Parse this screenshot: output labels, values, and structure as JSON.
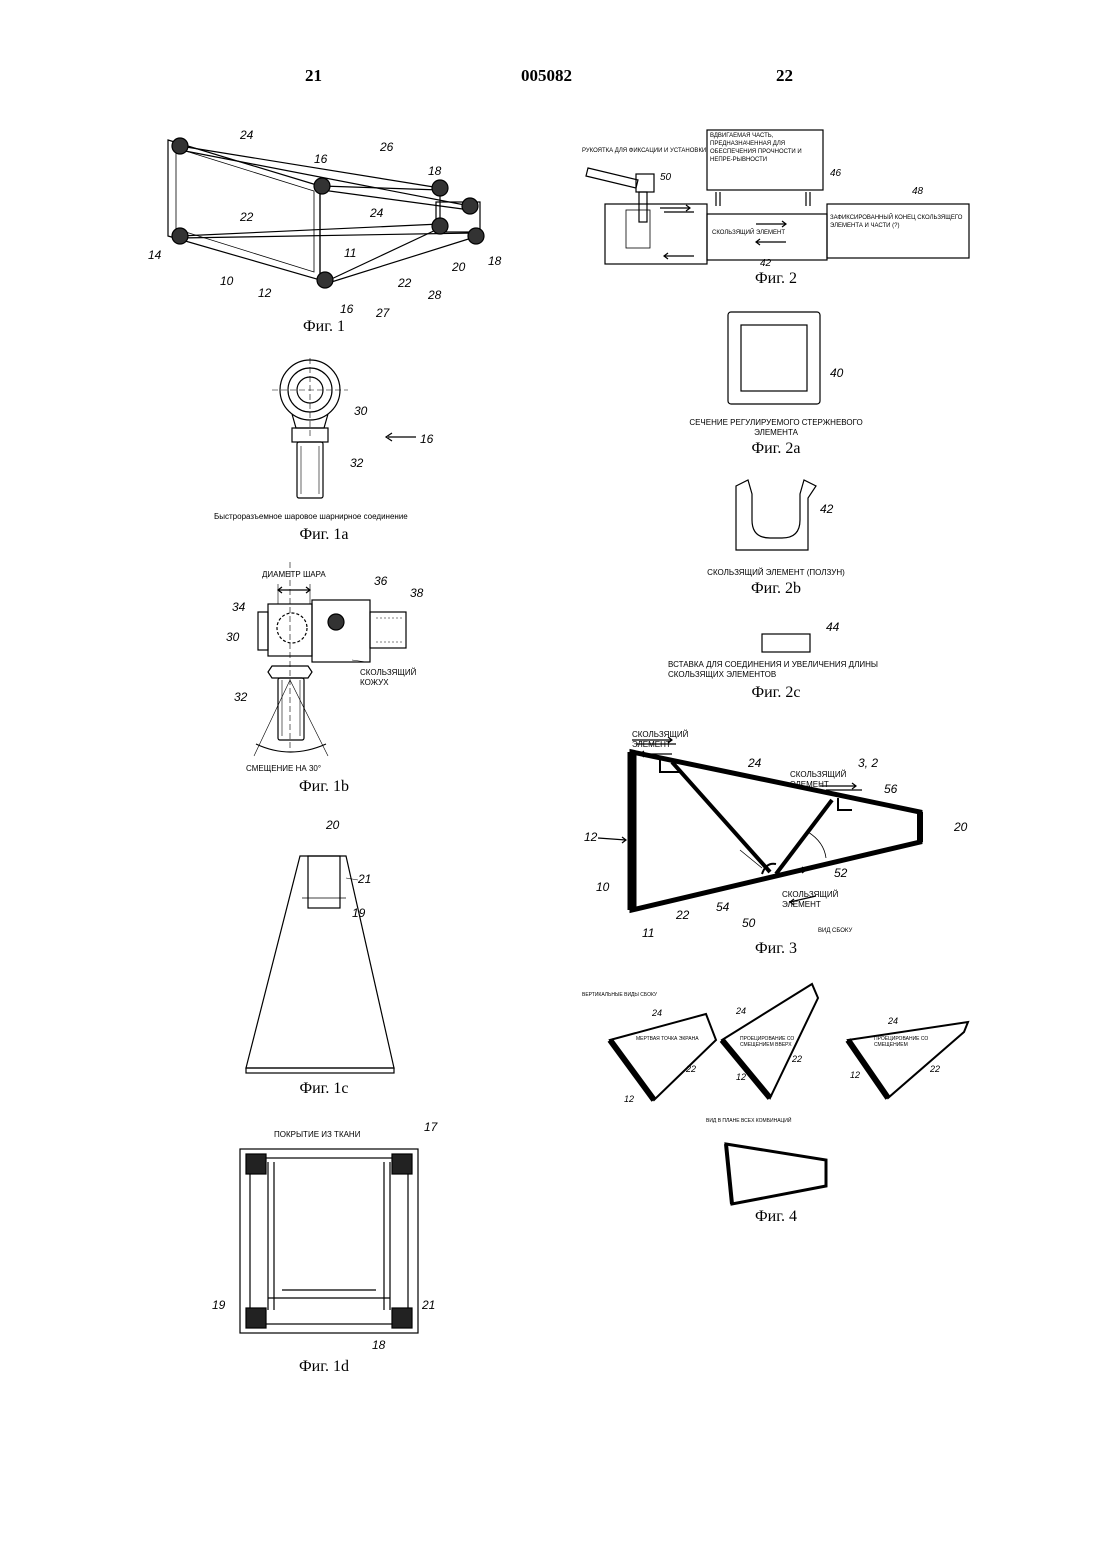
{
  "header": {
    "left_page": "21",
    "doc_number": "005082",
    "right_page": "22"
  },
  "captions": {
    "fig1": "Фиг. 1",
    "fig1a": "Фиг. 1a",
    "fig1b": "Фиг. 1b",
    "fig1c": "Фиг. 1c",
    "fig1d": "Фиг. 1d",
    "fig2": "Фиг. 2",
    "fig2a": "Фиг. 2a",
    "fig2b": "Фиг. 2b",
    "fig2c": "Фиг. 2c",
    "fig3": "Фиг. 3",
    "fig4": "Фиг. 4"
  },
  "labels": {
    "fig1a_note": "Быстроразъемное шаровое шарнирное соединение",
    "ball_diameter": "ДИАМЕТР ШАРА",
    "sliding_casing": "СКОЛЬЗЯЩИЙ КОЖУХ",
    "offset_30": "СМЕЩЕНИЕ НА 30°",
    "fabric_cover": "ПОКРЫТИЕ ИЗ ТКАНИ",
    "handle": "РУКОЯТКА ДЛЯ ФИКСАЦИИ И УСТАНОВКИ",
    "sliding_part": "ВДВИГАЕМАЯ ЧАСТЬ, ПРЕДНАЗНАЧЕННАЯ ДЛЯ ОБЕСПЕЧЕНИЯ ПРОЧНОСТИ И НЕПРЕ-РЫВНОСТИ",
    "sliding_element": "СКОЛЬЗЯЩИЙ ЭЛЕМЕНТ",
    "fixed_end": "ЗАФИКСИРОВАННЫЙ КОНЕЦ СКОЛЬЗЯЩЕГО ЭЛЕМЕНТА И ЧАСТИ (?)",
    "section_rod": "СЕЧЕНИЕ РЕГУЛИРУЕМОГО СТЕРЖНЕВОГО ЭЛЕМЕНТА",
    "slider": "СКОЛЬЗЯЩИЙ ЭЛЕМЕНТ (ПОЛЗУН)",
    "insert": "ВСТАВКА ДЛЯ СОЕДИНЕНИЯ И УВЕЛИЧЕНИЯ ДЛИНЫ СКОЛЬЗЯЩИХ ЭЛЕМЕНТОВ",
    "sliding_element_a": "СКОЛЬЗЯЩИЙ ЭЛЕМЕНТ",
    "sliding_element_b": "СКОЛЬЗЯЩИЙ ЭЛЕМЕНТ",
    "sliding_element_c": "СКОЛЬЗЯЩИЙ ЭЛЕМЕНТ",
    "side_view": "ВИД СБОКУ",
    "vertical_views": "ВЕРТИКАЛЬНЫЕ ВИДЫ СБОКУ",
    "dead_point": "МЕРТВАЯ ТОЧКА ЭКРАНА",
    "proj_top": "ПРОЕЦИРОВАНИЕ СО СМЕЩЕНИЕМ ВВЕРХ",
    "proj_offset": "ПРОЕЦИРОВАНИЕ СО СМЕЩЕНИЕМ",
    "plan_view": "ВИД В ПЛАНЕ ВСЕХ КОМБИНАЦИЙ"
  },
  "refs": {
    "f1": [
      "24",
      "26",
      "16",
      "18",
      "22",
      "24",
      "14",
      "11",
      "20",
      "18",
      "10",
      "12",
      "22",
      "28",
      "16",
      "27"
    ],
    "f1a": [
      "30",
      "32",
      "16"
    ],
    "f1b": [
      "36",
      "38",
      "34",
      "30",
      "32"
    ],
    "f1c": [
      "20",
      "21",
      "19"
    ],
    "f1d": [
      "17",
      "19",
      "21",
      "18"
    ],
    "f2": [
      "50",
      "46",
      "48",
      "42"
    ],
    "f2a": "40",
    "f2b": "42",
    "f2c": "44",
    "f3": [
      "24",
      "3, 2",
      "56",
      "20",
      "12",
      "52",
      "10",
      "54",
      "22",
      "11",
      "50"
    ],
    "f4": [
      "24",
      "22",
      "12",
      "24",
      "22",
      "12",
      "24",
      "22",
      "12"
    ]
  }
}
